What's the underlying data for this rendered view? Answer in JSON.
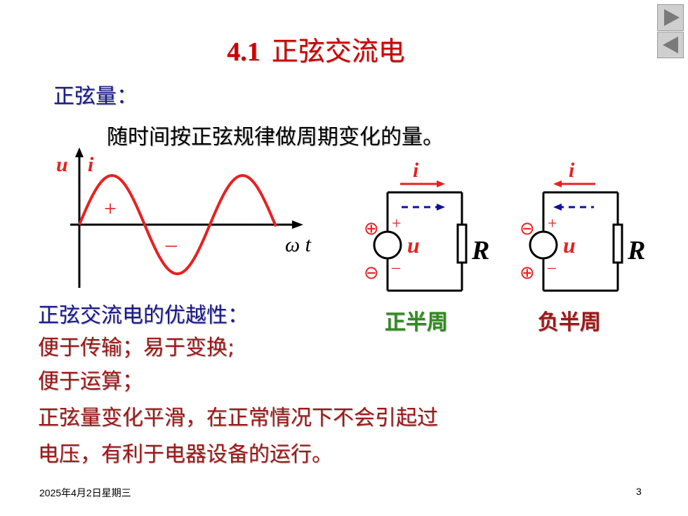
{
  "slide": {
    "title_number": "4.1",
    "title_text": "正弦交流电",
    "heading": "正弦量：",
    "definition": "随时间按正弦规律做周期变化的量。"
  },
  "waveform": {
    "y_label_u": "u",
    "y_label_i": "i",
    "x_label": "ω t",
    "positive_sign": "+",
    "negative_sign": "–"
  },
  "circuits": [
    {
      "current_label": "i",
      "current_direction": "right",
      "top_polarity_symbol": "⊕",
      "bottom_polarity_symbol": "⊖",
      "plus_sign": "+",
      "minus_sign": "–",
      "source_label": "u",
      "resistor_label": "R",
      "caption": "正半周",
      "caption_color": "#2e8b1e"
    },
    {
      "current_label": "i",
      "current_direction": "left",
      "top_polarity_symbol": "⊖",
      "bottom_polarity_symbol": "⊕",
      "plus_sign": "+",
      "minus_sign": "–",
      "source_label": "u",
      "resistor_label": "R",
      "caption": "负半周",
      "caption_color": "#a01818"
    }
  ],
  "advantages": {
    "title": "正弦交流电的优越性：",
    "lines": [
      "便于传输；易于变换;",
      "便于运算；",
      "正弦量变化平滑，在正常情况下不会引起过",
      "电压，有利于电器设备的运行。"
    ]
  },
  "footer": {
    "date": "2025年4月2日星期三",
    "page": "3"
  },
  "colors": {
    "title": "#cc0000",
    "heading_blue": "#1a1a8c",
    "advantage_red": "#a01818",
    "wave_red": "#e82020",
    "arrow_blue": "#1010a0"
  },
  "nav": {
    "next_icon": "triangle-right-icon",
    "prev_icon": "triangle-left-icon"
  }
}
